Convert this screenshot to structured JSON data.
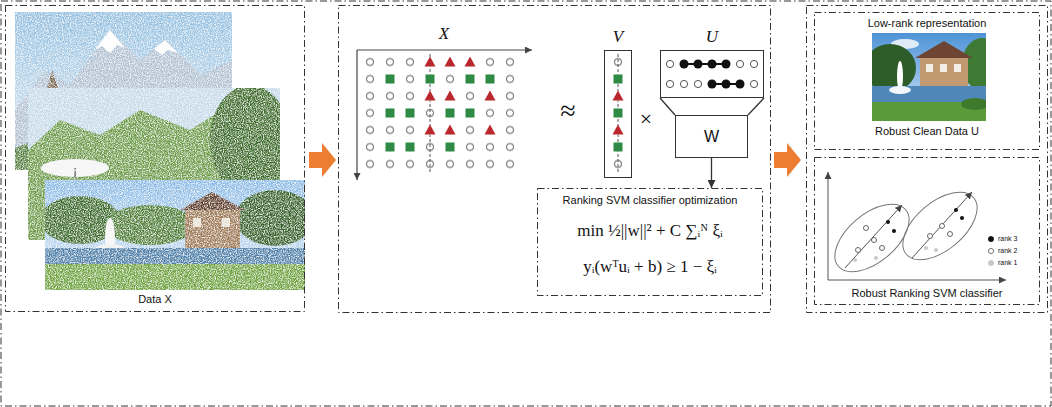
{
  "diagram": {
    "nodes": [
      {
        "text": [
          "Data X"
        ]
      },
      {
        "text": [
          "X"
        ]
      },
      {
        "text": [
          "V"
        ]
      },
      {
        "text": [
          "U"
        ]
      },
      {
        "text": [
          "W"
        ]
      },
      {
        "text": [
          "Ranking SVM classifier optimization",
          "min ½||w||² + C ∑ᵢᴺ ξᵢ",
          "yᵢ(wᵀuᵢ + b) ≥ 1 − ξᵢ"
        ]
      },
      {
        "text": [
          "Low-rank representation",
          "Robust Clean Data U"
        ]
      },
      {
        "text": [
          "Robust Ranking SVM classifier"
        ]
      }
    ],
    "edges": [
      {
        "from": 3,
        "to": 4,
        "arrow": "none"
      },
      {
        "from": 4,
        "to": 5,
        "arrow": "to"
      }
    ],
    "labels": [
      "≈",
      "×"
    ],
    "legend": [
      {
        "text": "rank 3"
      },
      {
        "text": "rank 2"
      },
      {
        "text": "rank 1"
      }
    ]
  }
}
